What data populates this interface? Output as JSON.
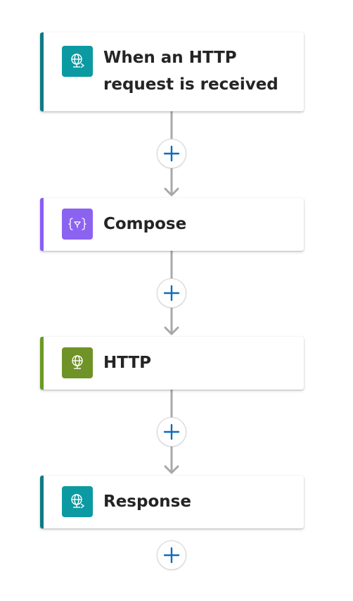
{
  "flow": {
    "steps": [
      {
        "title_line1": "When an HTTP",
        "title_line2": "request is received",
        "icon": "http-request-trigger-icon",
        "accent": "#0f7b83",
        "tile": "#0b9aa2"
      },
      {
        "title": "Compose",
        "icon": "compose-braces-icon",
        "accent": "#8b5cf6",
        "tile": "#8b63f0"
      },
      {
        "title": "HTTP",
        "icon": "http-globe-icon",
        "accent": "#6b9a22",
        "tile": "#6f9326"
      },
      {
        "title": "Response",
        "icon": "http-response-icon",
        "accent": "#0f7b83",
        "tile": "#0b9aa2"
      }
    ],
    "add_buttons": [
      {
        "icon": "plus-icon"
      },
      {
        "icon": "plus-icon"
      },
      {
        "icon": "plus-icon"
      },
      {
        "icon": "plus-icon"
      }
    ],
    "colors": {
      "connector": "#a8a8a8",
      "plus": "#0f6cbd"
    }
  }
}
